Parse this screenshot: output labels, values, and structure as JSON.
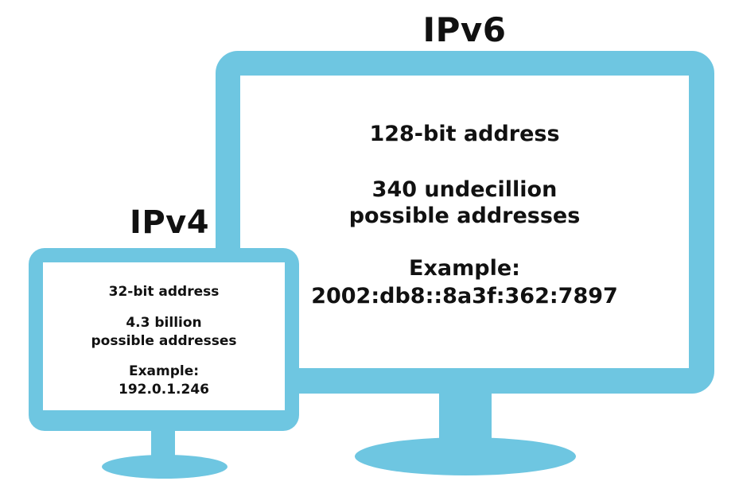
{
  "colors": {
    "monitor": "#6ec6e1",
    "screen": "#ffffff",
    "text": "#111111"
  },
  "ipv6": {
    "title": "IPv6",
    "bits": "128-bit address",
    "count_line1": "340 undecillion",
    "count_line2": "possible addresses",
    "example_label": "Example:",
    "example_value": "2002:db8::8a3f:362:7897"
  },
  "ipv4": {
    "title": "IPv4",
    "bits": "32-bit address",
    "count_line1": "4.3 billion",
    "count_line2": "possible addresses",
    "example_label": "Example:",
    "example_value": "192.0.1.246"
  }
}
